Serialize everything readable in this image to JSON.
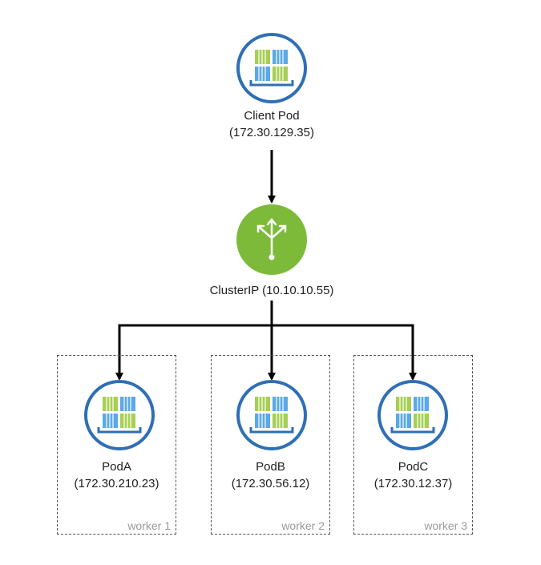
{
  "client": {
    "name": "Client Pod",
    "ip": "(172.30.129.35)"
  },
  "service": {
    "label": "ClusterIP (10.10.10.55)"
  },
  "pods": [
    {
      "name": "PodA",
      "ip": "(172.30.210.23)",
      "worker": "worker 1"
    },
    {
      "name": "PodB",
      "ip": "(172.30.56.12)",
      "worker": "worker 2"
    },
    {
      "name": "PodC",
      "ip": "(172.30.12.37)",
      "worker": "worker 3"
    }
  ],
  "colors": {
    "pod_ring": "#2f6fb5",
    "service_green": "#7dba3a",
    "box_green": "#a7cf55",
    "box_blue": "#5aa9e6"
  }
}
